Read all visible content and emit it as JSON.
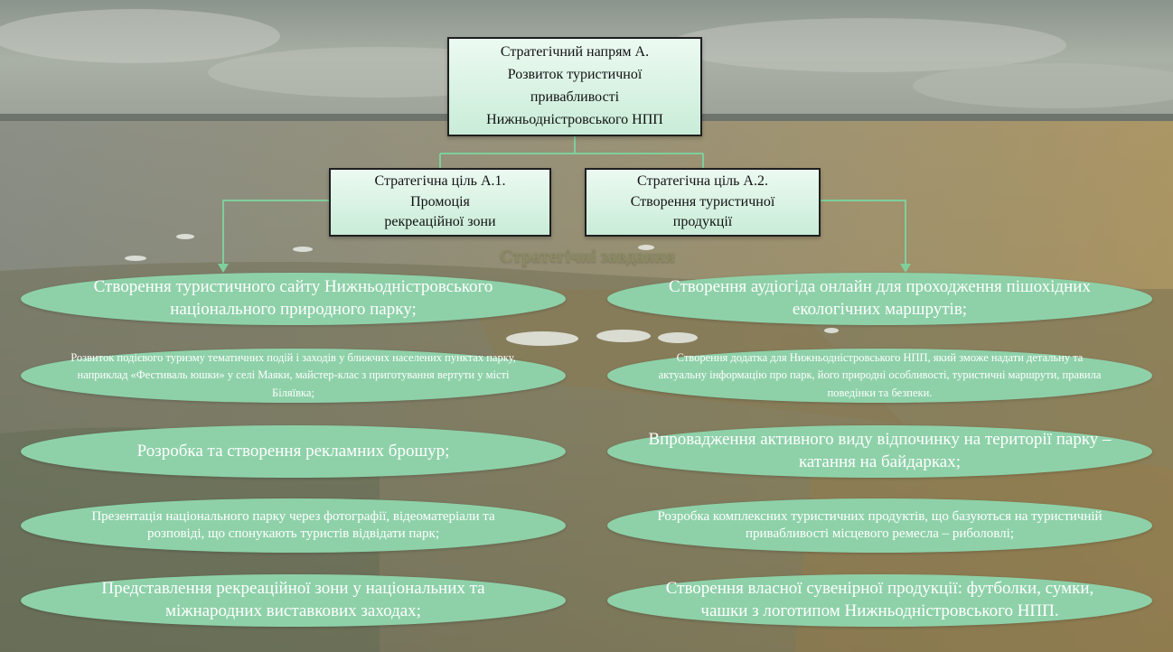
{
  "main": {
    "line1": "Стратегічний напрям А.",
    "line2": "Розвиток туристичної",
    "line3": "привабливості",
    "line4": "Нижньодністровського НПП"
  },
  "goals": [
    {
      "line1": "Стратегічна ціль А.1.",
      "line2": "Промоція",
      "line3": "рекреаційної зони"
    },
    {
      "line1": "Стратегічна ціль А.2.",
      "line2": "Створення туристичної",
      "line3": "продукції"
    }
  ],
  "tasks_heading": "Стратегічні завдання",
  "tasks_left": [
    "Створення туристичного сайту Нижньодністровського національного природного парку;",
    "Розвиток подієвого туризму тематичних подій і заходів у ближчих населених пунктах парку, наприклад «Фестиваль юшки» у селі Маяки, майстер-клас з приготування вертути у місті Біляївка;",
    "Розробка та створення рекламних брошур;",
    "Презентація національного парку через фотографії, відеоматеріали та розповіді, що спонукають туристів відвідати парк;",
    "Представлення рекреаційної зони у національних та міжнародних виставкових заходах;"
  ],
  "tasks_right": [
    "Створення аудіогіда онлайн для проходження пішохідних екологічних маршрутів;",
    "Створення додатка для Нижньодністровського НПП, який зможе надати детальну та актуальну інформацію про парк, його природні особливості, туристичні маршрути, правила поведінки та безпеки.",
    "Впровадження активного виду відпочинку на території парку – катання на байдарках;",
    "Розробка комплексних туристичних продуктів, що базуються на туристичній привабливості місцевого ремесла – риболовлі;",
    "Створення власної сувенірної продукції: футболки, сумки, чашки з логотипом Нижньодністровського НПП."
  ],
  "colors": {
    "pill_fill": "#8ed1a9",
    "box_fill": "#d8f2e3",
    "connector": "#7fcf9b",
    "heading": "#8a8a62"
  }
}
